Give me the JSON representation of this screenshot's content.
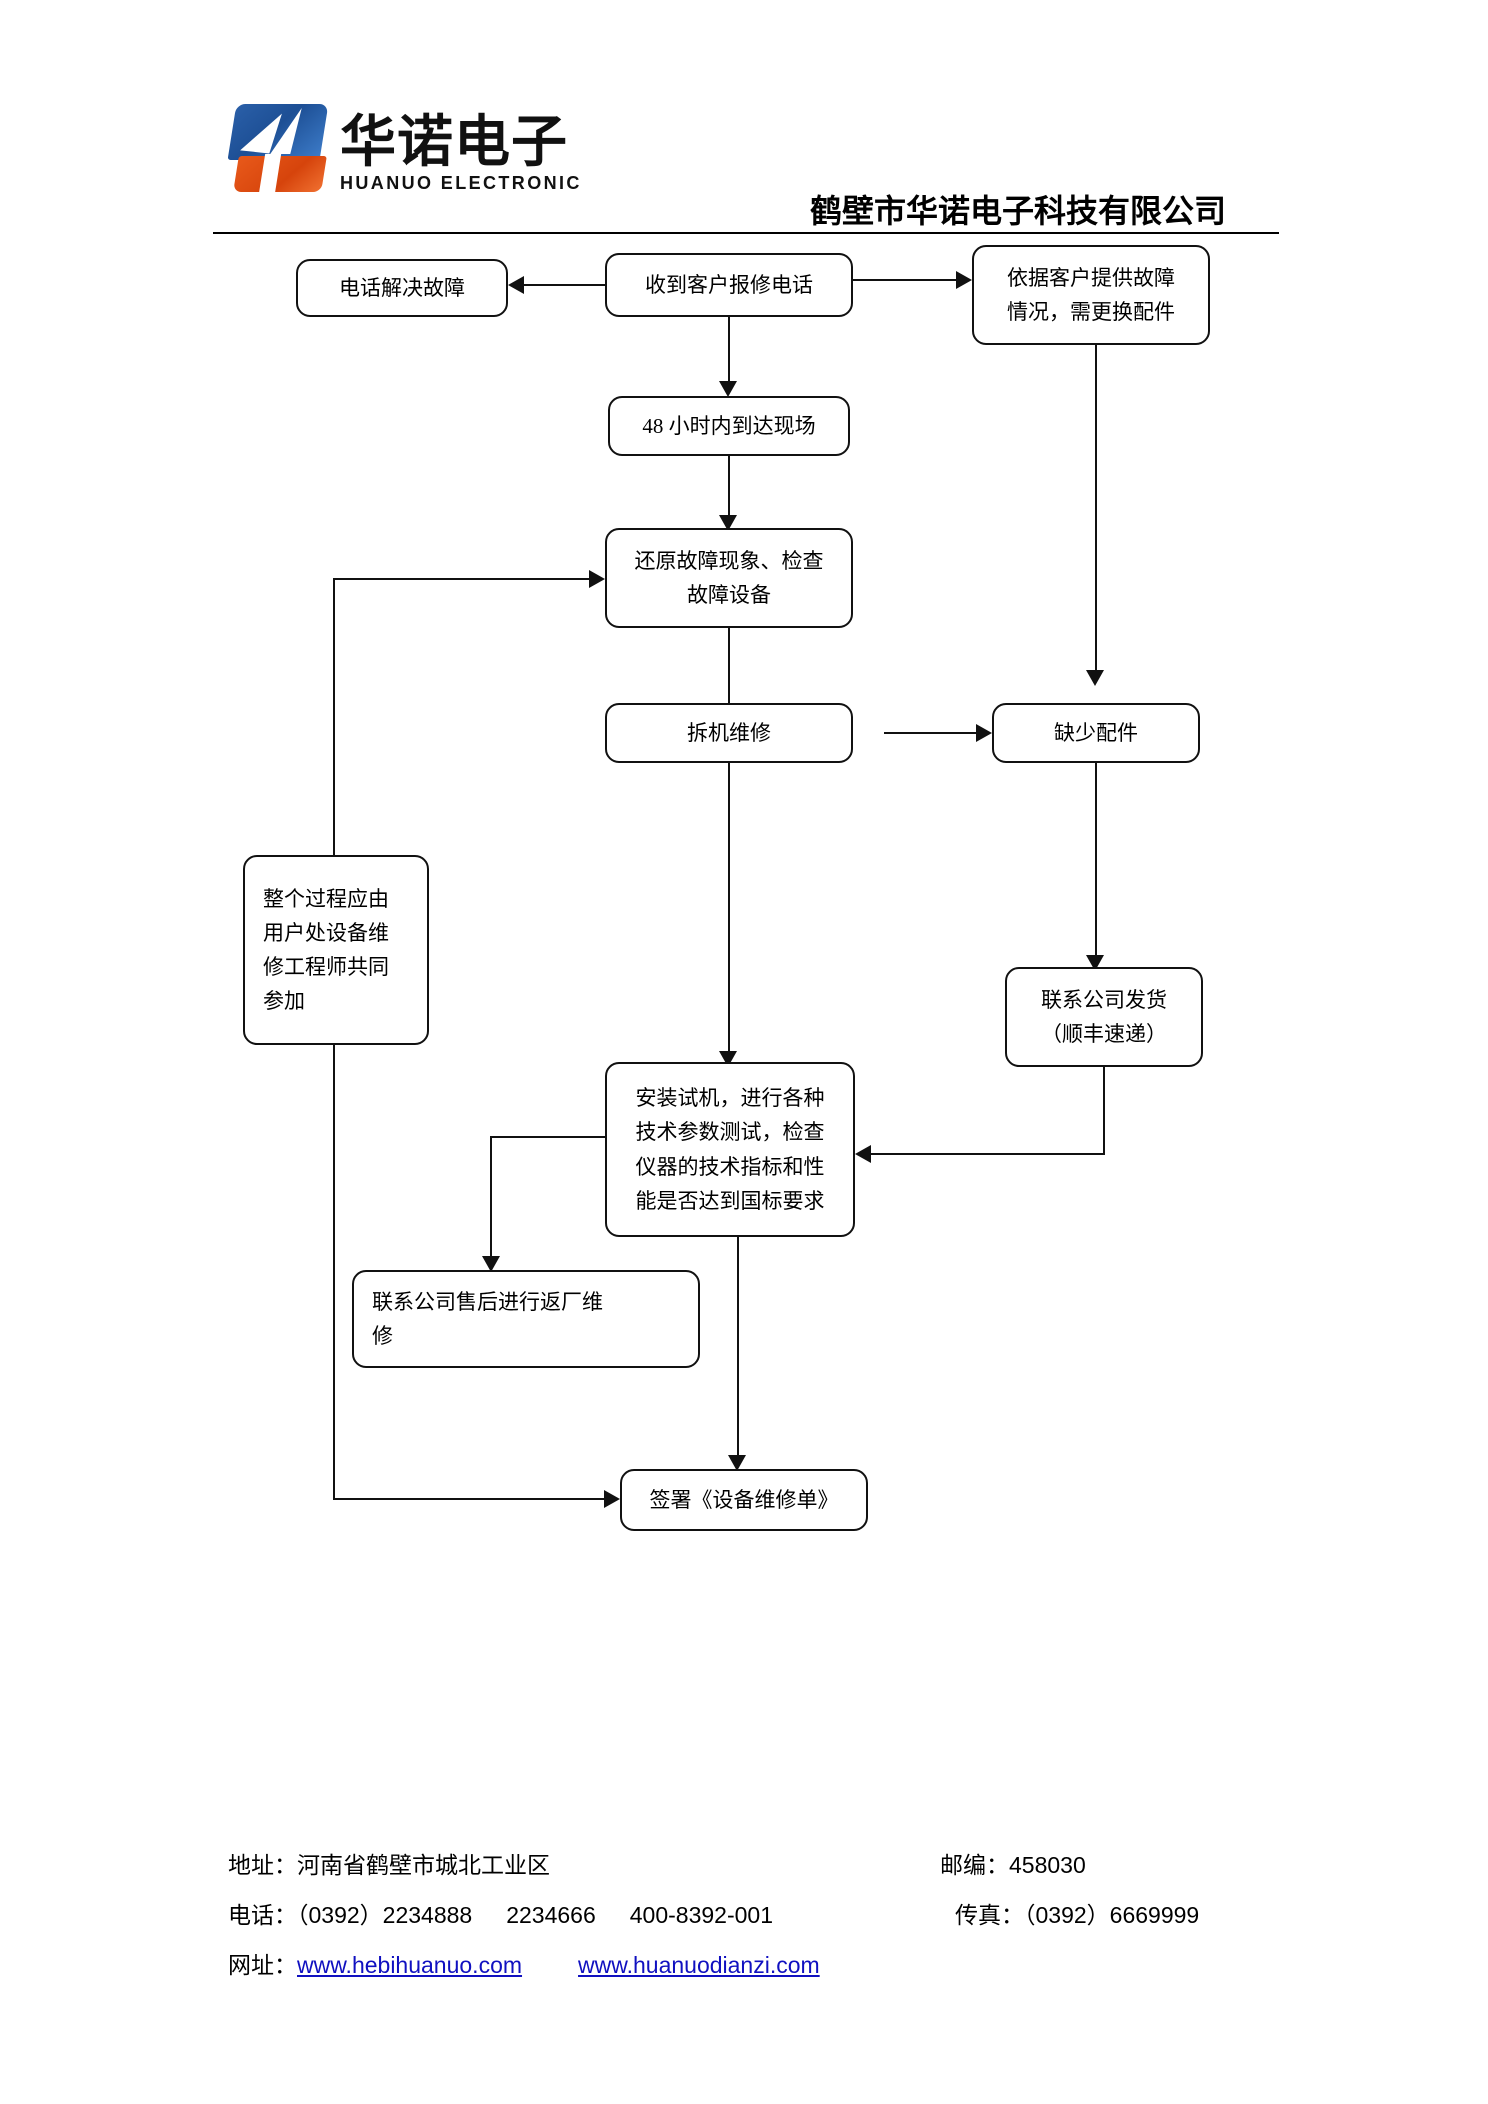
{
  "header": {
    "logo": {
      "cn_name": "华诺电子",
      "en_name": "HUANUO ELECTRONIC",
      "mark_blue": "#1d4f95",
      "mark_orange": "#d6440c"
    },
    "company_title": "鹤壁市华诺电子科技有限公司"
  },
  "flow": {
    "nodes": [
      {
        "id": "phone-fix",
        "label": "电话解决故障"
      },
      {
        "id": "receive-call",
        "label": "收到客户报修电话"
      },
      {
        "id": "need-parts",
        "label": "依据客户提供故障\n情况，需更换配件"
      },
      {
        "id": "arrive-48h",
        "label": "48 小时内到达现场"
      },
      {
        "id": "restore-check",
        "label": "还原故障现象、检查\n故障设备"
      },
      {
        "id": "disassemble",
        "label": "拆机维修"
      },
      {
        "id": "missing-parts",
        "label": "缺少配件"
      },
      {
        "id": "whole-process",
        "label": "整个过程应由\n用户处设备维\n修工程师共同\n参加"
      },
      {
        "id": "ship-out",
        "label": "联系公司发货\n（顺丰速递）"
      },
      {
        "id": "install-test",
        "label": "安装试机，进行各种\n技术参数测试，检查\n仪器的技术指标和性\n能是否达到国标要求"
      },
      {
        "id": "return-factory",
        "label": "联系公司售后进行返厂维\n修"
      },
      {
        "id": "sign-order",
        "label": "签署《设备维修单》"
      }
    ],
    "edges": [
      {
        "from": "receive-call",
        "to": "phone-fix",
        "dir": "left"
      },
      {
        "from": "receive-call",
        "to": "need-parts",
        "dir": "right"
      },
      {
        "from": "receive-call",
        "to": "arrive-48h",
        "dir": "down"
      },
      {
        "from": "arrive-48h",
        "to": "restore-check",
        "dir": "down"
      },
      {
        "from": "need-parts",
        "to": "missing-parts",
        "dir": "down"
      },
      {
        "from": "restore-check",
        "to": "disassemble",
        "dir": "down"
      },
      {
        "from": "disassemble",
        "to": "missing-parts",
        "dir": "right"
      },
      {
        "from": "disassemble",
        "to": "install-test",
        "dir": "down"
      },
      {
        "from": "missing-parts",
        "to": "ship-out",
        "dir": "down"
      },
      {
        "from": "ship-out",
        "to": "install-test",
        "dir": "left"
      },
      {
        "from": "install-test",
        "to": "return-factory",
        "dir": "down"
      },
      {
        "from": "install-test",
        "to": "sign-order",
        "dir": "down"
      },
      {
        "from": "return-factory",
        "to": "restore-check",
        "dir": "up-left"
      },
      {
        "from": "return-factory",
        "to": "sign-order",
        "dir": "right"
      }
    ]
  },
  "footer": {
    "address_label": "地址：",
    "address_value": "河南省鹤壁市城北工业区",
    "postcode_label": "邮编：",
    "postcode_value": "458030",
    "phone_label": "电话：",
    "phone_1": "（0392）2234888",
    "phone_2": "2234666",
    "phone_3": "400-8392-001",
    "fax_label": "传真：",
    "fax_value": "（0392）6669999",
    "web_label": "网址：",
    "web_1": "www.hebihuanuo.com",
    "web_2": "www.huanuodianzi.com",
    "link_color": "#1010c0"
  }
}
